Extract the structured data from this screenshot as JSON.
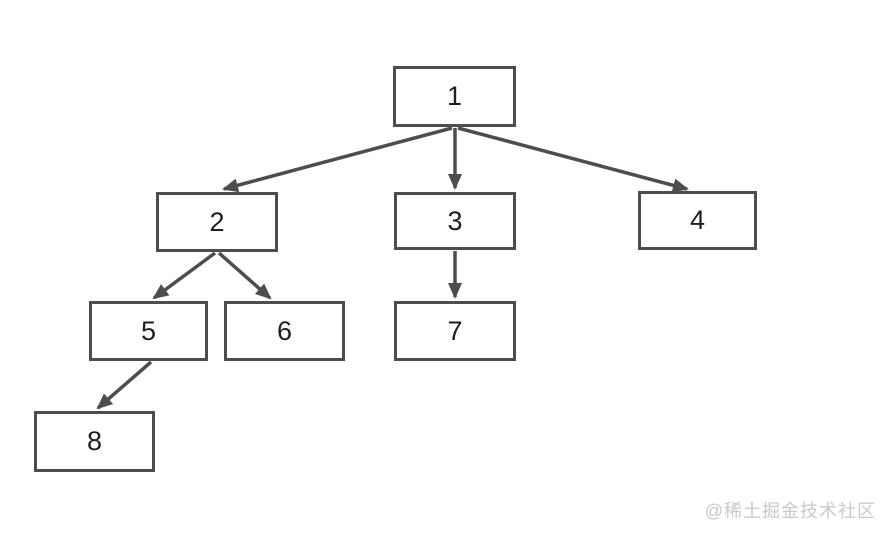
{
  "diagram": {
    "type": "tree",
    "nodes": [
      {
        "id": "1",
        "label": "1"
      },
      {
        "id": "2",
        "label": "2"
      },
      {
        "id": "3",
        "label": "3"
      },
      {
        "id": "4",
        "label": "4"
      },
      {
        "id": "5",
        "label": "5"
      },
      {
        "id": "6",
        "label": "6"
      },
      {
        "id": "7",
        "label": "7"
      },
      {
        "id": "8",
        "label": "8"
      }
    ],
    "edges": [
      {
        "from": "1",
        "to": "2"
      },
      {
        "from": "1",
        "to": "3"
      },
      {
        "from": "1",
        "to": "4"
      },
      {
        "from": "2",
        "to": "5"
      },
      {
        "from": "2",
        "to": "6"
      },
      {
        "from": "3",
        "to": "7"
      },
      {
        "from": "5",
        "to": "8"
      }
    ]
  },
  "colors": {
    "line": "#4d4d4d",
    "box_border": "#4d4d4d",
    "box_fill": "#ffffff",
    "text": "#1f1f1f",
    "watermark": "#c9c9c9",
    "background": "#ffffff"
  },
  "watermark": {
    "text": "@稀土掘金技术社区"
  }
}
